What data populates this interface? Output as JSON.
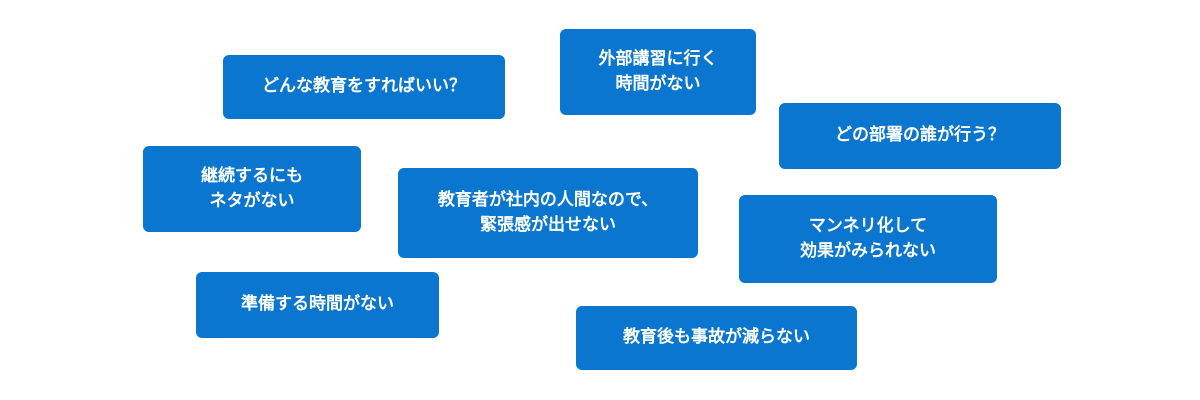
{
  "theme": {
    "bubble_color": "#0a76d0",
    "text_color": "#ffffff",
    "background": "#ffffff"
  },
  "bubbles": [
    {
      "text": "どんな教育をすればいい？"
    },
    {
      "text": "外部講習に行く\n時間がない"
    },
    {
      "text": "どの部署の誰が行う？"
    },
    {
      "text": "継続するにも\nネタがない"
    },
    {
      "text": "教育者が社内の人間なので、\n緊張感が出せない"
    },
    {
      "text": "マンネリ化して\n効果がみられない"
    },
    {
      "text": "準備する時間がない"
    },
    {
      "text": "教育後も事故が減らない"
    }
  ]
}
